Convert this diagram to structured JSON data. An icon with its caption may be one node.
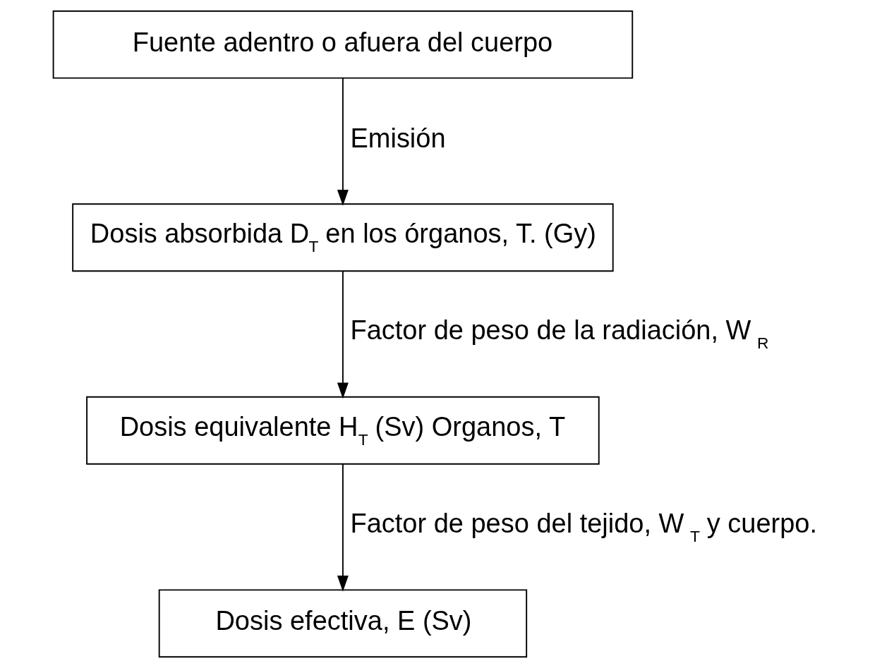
{
  "diagram": {
    "nodes": [
      {
        "text": [
          "Fuente adentro o afuera del cuerpo"
        ]
      },
      {
        "text": [
          "Dosis absorbida D$_{T}$ en los órganos, T. (Gy)"
        ]
      },
      {
        "text": [
          "Dosis equivalente H$_{T}$ (Sv) Organos, T"
        ]
      },
      {
        "text": [
          "Dosis efectiva, E (Sv)"
        ]
      }
    ],
    "edges": [
      {
        "from": 0,
        "to": 1,
        "arrow": "to",
        "label": "Emisión"
      },
      {
        "from": 1,
        "to": 2,
        "arrow": "to",
        "label": "Factor de peso de la radiación, W$_{R}$"
      },
      {
        "from": 2,
        "to": 3,
        "arrow": "to",
        "label": "Factor de peso del tejido, W$_{T}$ y cuerpo."
      }
    ]
  }
}
